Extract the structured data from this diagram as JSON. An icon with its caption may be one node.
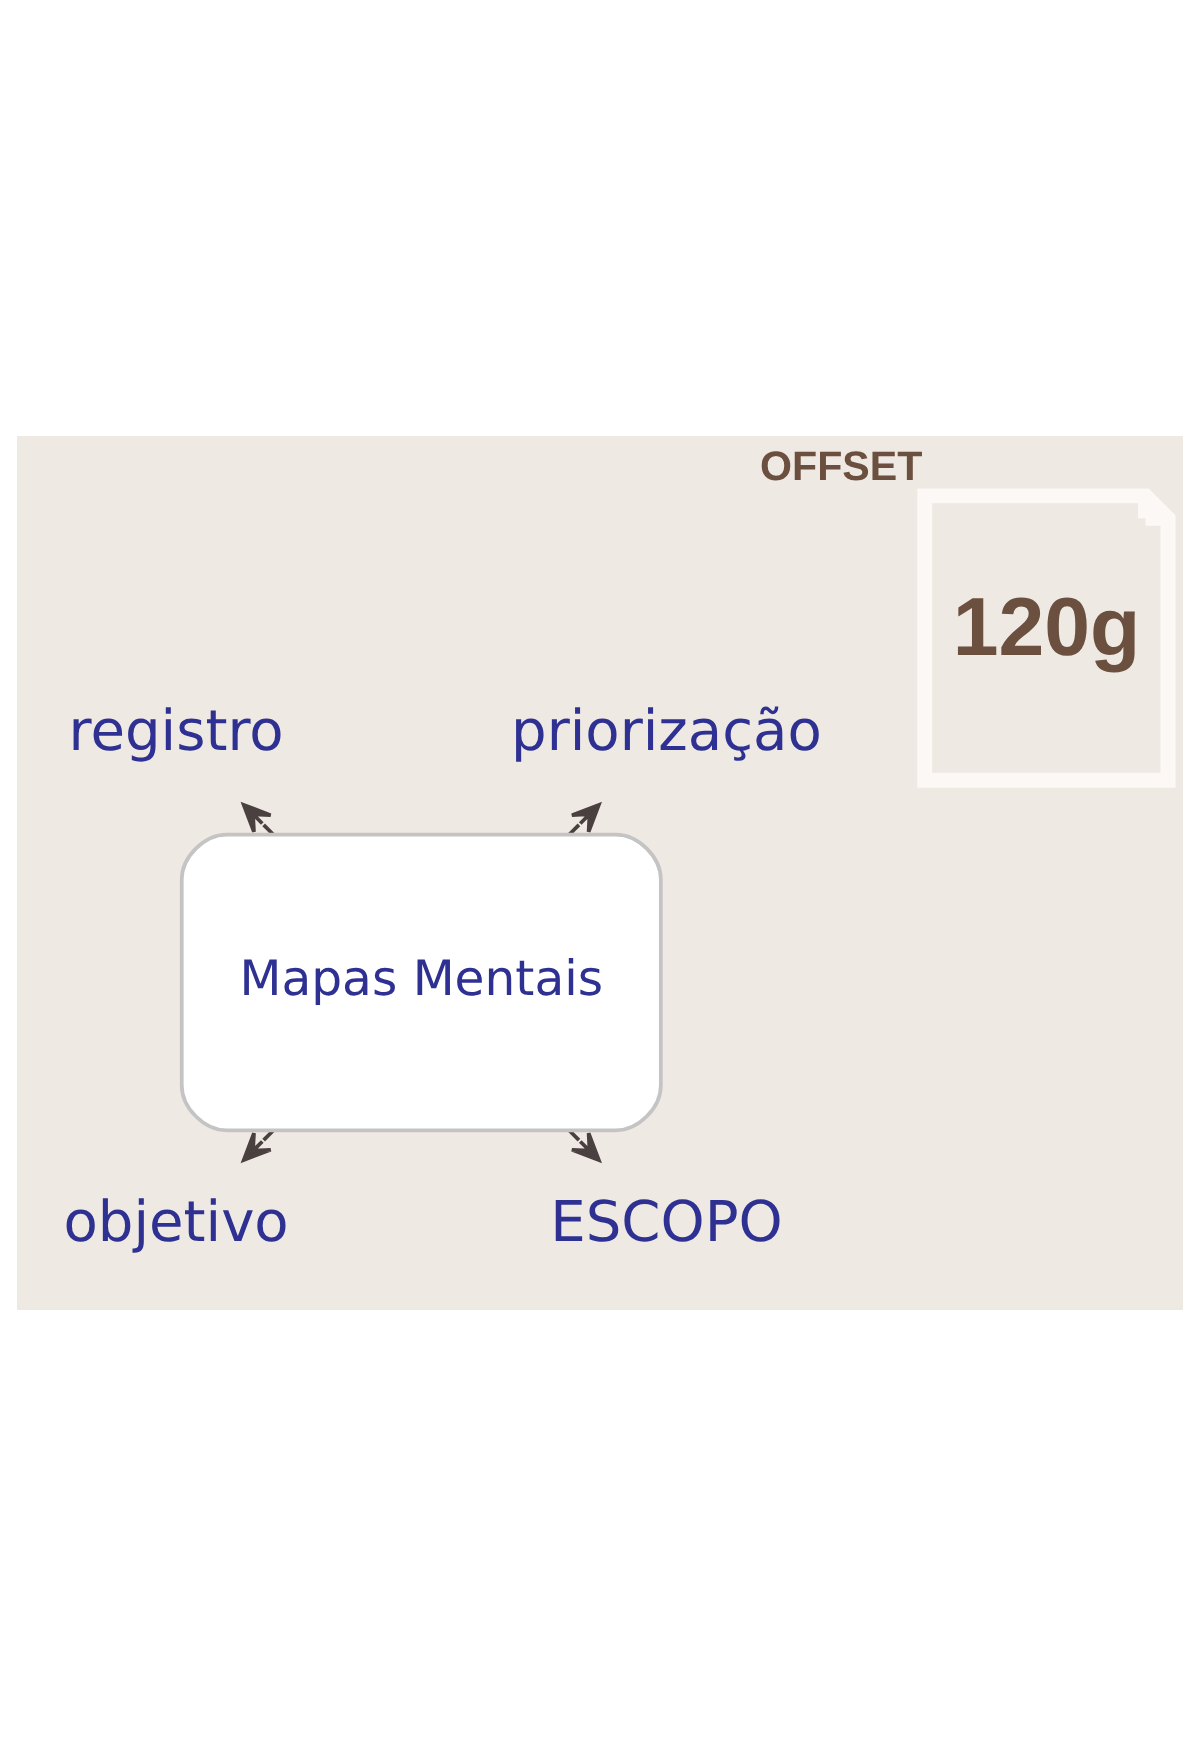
{
  "diagram": {
    "nodes": [
      {
        "text": [
          "120g"
        ],
        "beside": [
          "OFFSET"
        ]
      },
      {
        "text": [
          "registro"
        ]
      },
      {
        "text": [
          "priorização"
        ]
      },
      {
        "text": [
          "Mapas Mentais"
        ]
      },
      {
        "text": [
          "objetivo"
        ]
      },
      {
        "text": [
          "ESCOPO"
        ]
      }
    ],
    "edges": [
      {
        "from": 3,
        "to": 1,
        "arrow": "to"
      },
      {
        "from": 3,
        "to": 2,
        "arrow": "to"
      },
      {
        "from": 3,
        "to": 4,
        "arrow": "to"
      },
      {
        "from": 3,
        "to": 5,
        "arrow": "to"
      }
    ]
  }
}
